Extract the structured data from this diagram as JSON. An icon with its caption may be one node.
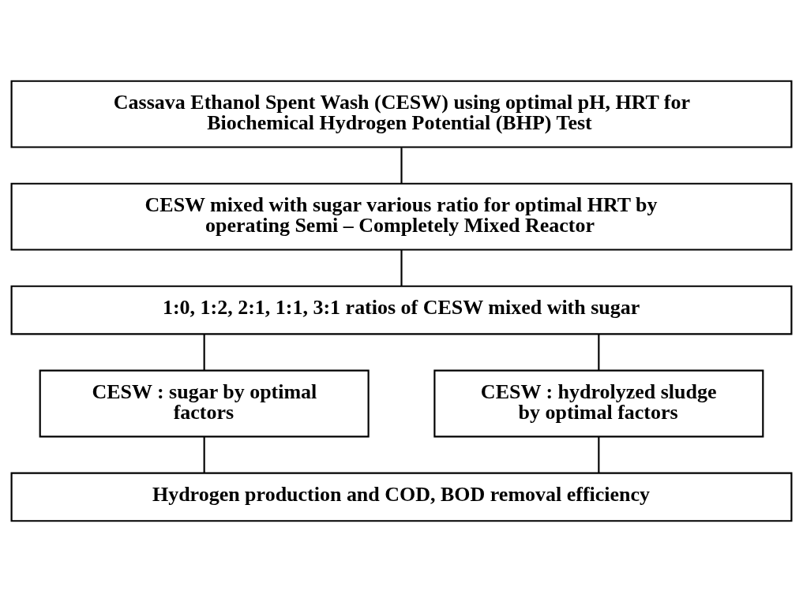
{
  "diagram": {
    "nodes": [
      {
        "text": [
          "Cassava Ethanol Spent Wash (CESW) using optimal pH, HRT for Biochemical Hydrogen Potential (BHP) Test"
        ]
      },
      {
        "text": [
          "CESW mixed with sugar various ratio for optimal HRT by operating Semi – Completely Mixed Reactor"
        ]
      },
      {
        "text": [
          "1:0, 1:2, 2:1, 1:1, 3:1 ratios of CESW mixed with sugar"
        ]
      },
      {
        "text": [
          "CESW : sugar by optimal factors"
        ]
      },
      {
        "text": [
          "CESW : hydrolyzed sludge by optimal factors"
        ]
      },
      {
        "text": [
          "Hydrogen production and COD, BOD removal efficiency"
        ]
      }
    ],
    "edges": [
      {
        "from": 0,
        "to": 1,
        "arrow": "none"
      },
      {
        "from": 1,
        "to": 2,
        "arrow": "none"
      },
      {
        "from": 2,
        "to": 3,
        "arrow": "none"
      },
      {
        "from": 2,
        "to": 4,
        "arrow": "none"
      },
      {
        "from": 3,
        "to": 5,
        "arrow": "none"
      },
      {
        "from": 4,
        "to": 5,
        "arrow": "none"
      }
    ]
  }
}
